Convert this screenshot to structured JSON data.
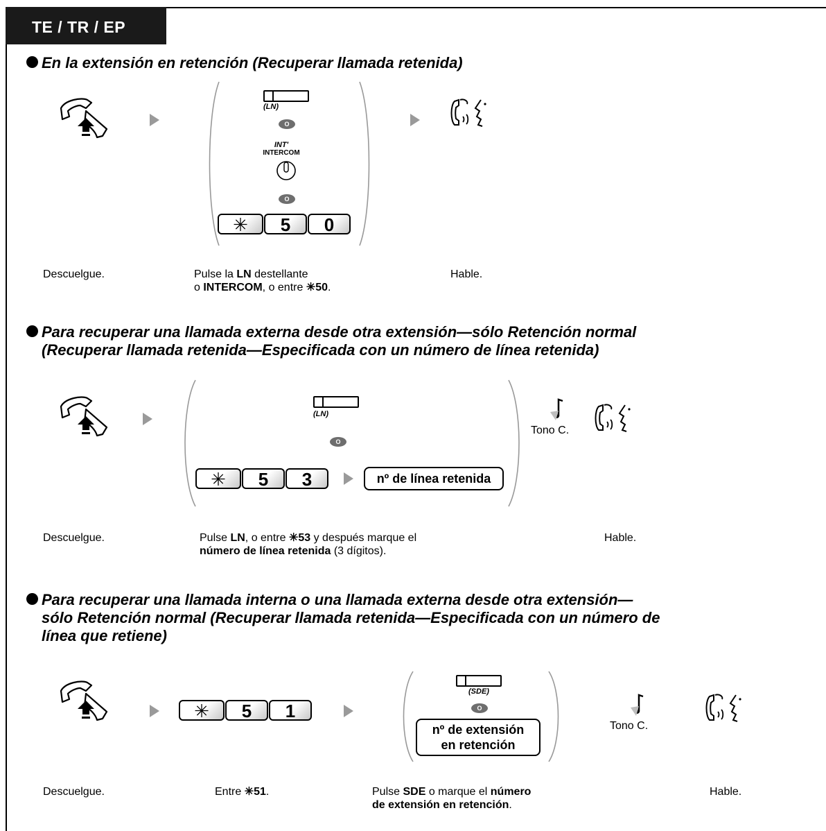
{
  "tab": "TE / TR / EP",
  "section1": {
    "heading": "En la extensión en retención (Recuperar llamada retenida)",
    "key_ln": "(LN)",
    "or": "O",
    "intercom_top": "INT'",
    "intercom_bottom": "INTERCOM",
    "keys": [
      "✳",
      "5",
      "0"
    ],
    "cap_offhook": "Descuelgue.",
    "cap_press_1": "Pulse la ",
    "cap_press_b1": "LN",
    "cap_press_2": " destellante",
    "cap_press_3": "o ",
    "cap_press_b2": "INTERCOM",
    "cap_press_4": ", o entre ",
    "cap_press_b3": "✳50",
    "cap_press_5": ".",
    "cap_talk": "Hable."
  },
  "section2": {
    "heading_line1": "Para recuperar una llamada externa desde otra extensión—sólo Retención normal",
    "heading_line2": "(Recuperar llamada retenida—Especificada con un número de línea retenida)",
    "key_ln": "(LN)",
    "or": "O",
    "keys": [
      "✳",
      "5",
      "3"
    ],
    "held_line_box": "nº de línea retenida",
    "tone": "Tono C.",
    "cap_offhook": "Descuelgue.",
    "cap_1": "Pulse ",
    "cap_b1": "LN",
    "cap_2": ", o entre ",
    "cap_b2": "✳53",
    "cap_3": " y después marque el",
    "cap_b3": "número de línea retenida",
    "cap_4": " (3 dígitos).",
    "cap_talk": "Hable."
  },
  "section3": {
    "heading_line1": "Para recuperar una llamada interna o una llamada externa desde otra extensión—",
    "heading_line2": "sólo Retención normal (Recuperar llamada retenida—Especificada con un número de",
    "heading_line3": "línea que retiene)",
    "keys": [
      "✳",
      "5",
      "1"
    ],
    "key_sde": "(SDE)",
    "or": "O",
    "ext_box_1": "nº de extensión",
    "ext_box_2": "en retención",
    "tone": "Tono C.",
    "cap_offhook": "Descuelgue.",
    "cap_enter_1": "Entre ",
    "cap_enter_b": "✳51",
    "cap_enter_2": ".",
    "cap_p_1": "Pulse ",
    "cap_p_b1": "SDE",
    "cap_p_2": " o marque el ",
    "cap_p_b2": "número",
    "cap_p_b3": "de extensión en retención",
    "cap_p_3": ".",
    "cap_talk": "Hable."
  }
}
